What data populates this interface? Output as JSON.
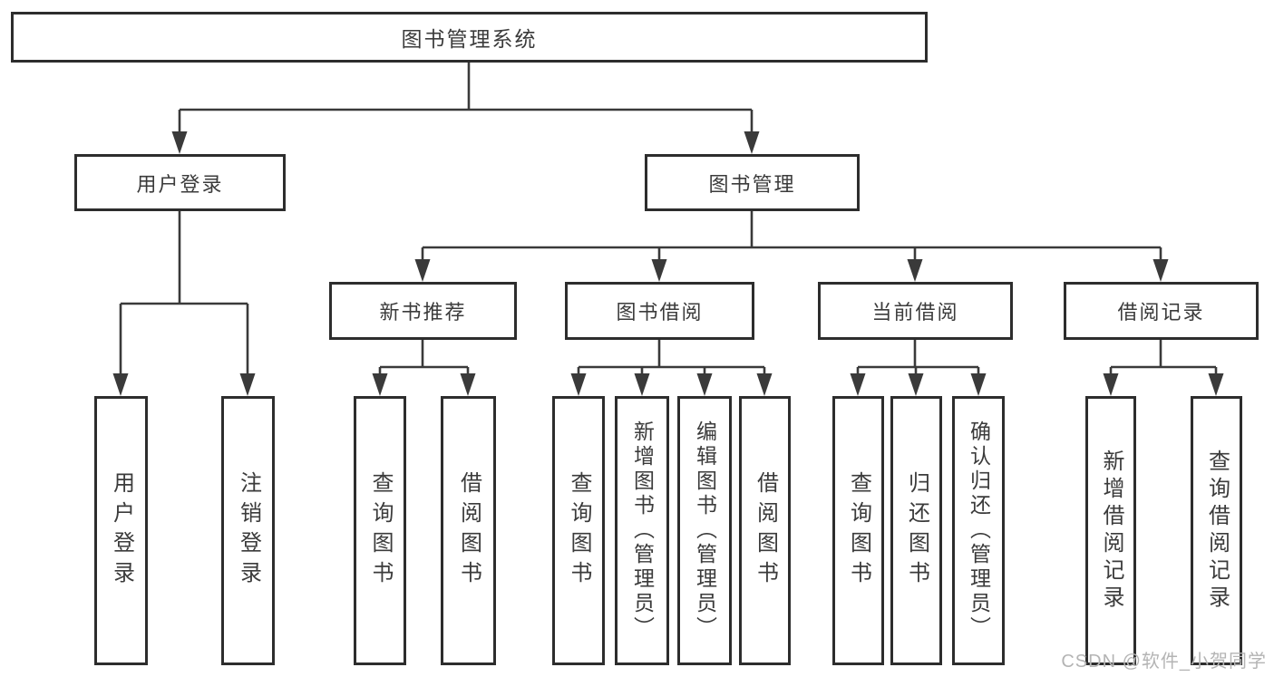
{
  "diagram": {
    "root": "图书管理系统",
    "level2": {
      "user_login": "用户登录",
      "book_mgmt": "图书管理"
    },
    "level3": {
      "new_book": "新书推荐",
      "book_borrow": "图书借阅",
      "current_borrow": "当前借阅",
      "borrow_records": "借阅记录"
    },
    "leaves": {
      "user_login": [
        "用户登录",
        "注销登录"
      ],
      "new_book": [
        "查询图书",
        "借阅图书"
      ],
      "book_borrow": [
        "查询图书",
        "新增图书（管理员）",
        "编辑图书（管理员）",
        "借阅图书"
      ],
      "current_borrow": [
        "查询图书",
        "归还图书",
        "确认归还（管理员）"
      ],
      "borrow_records": [
        "新增借阅记录",
        "查询借阅记录"
      ]
    }
  },
  "watermark": "CSDN @软件_小贺同学",
  "colors": {
    "bg": "#ffffff",
    "line": "#3a3a3a",
    "box_border": "#2d2d2d",
    "text": "#3b3b3b",
    "watermark": "#b4b4b4"
  }
}
